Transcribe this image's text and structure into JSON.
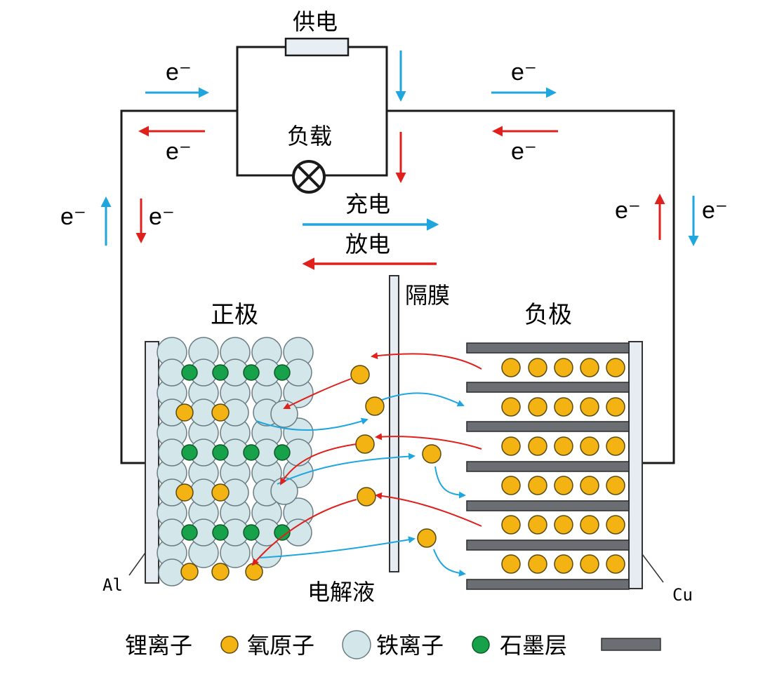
{
  "labels": {
    "power_supply": "供电",
    "load": "负载",
    "charge": "充电",
    "discharge": "放电",
    "separator": "隔膜",
    "cathode": "正极",
    "anode": "负极",
    "electrolyte": "电解液",
    "al": "Al",
    "cu": "Cu",
    "electron": "e⁻"
  },
  "legend": {
    "lithium_ion": "锂离子",
    "oxygen_atom": "氧原子",
    "iron_ion": "铁离子",
    "graphite_layer": "石墨层"
  },
  "colors": {
    "charge_arrow": "#1fa6df",
    "discharge_arrow": "#e0201c",
    "lithium_ion": "#f2b313",
    "oxygen_atom": "#d3e6ea",
    "iron_ion": "#17a14a",
    "graphite_layer": "#6b6e72",
    "wire": "#1a1a1a"
  }
}
